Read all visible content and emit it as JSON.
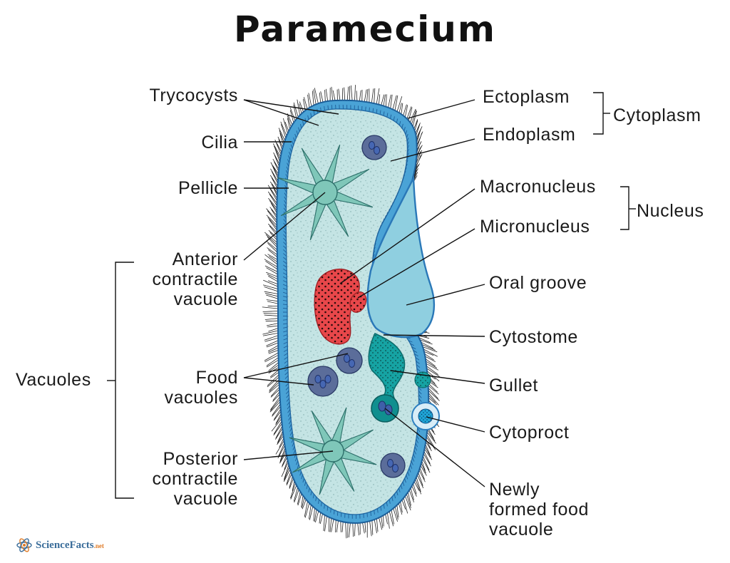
{
  "title": "Paramecium",
  "labels": {
    "trycocysts": "Trycocysts",
    "cilia": "Cilia",
    "pellicle": "Pellicle",
    "anterior_cv": [
      "Anterior",
      "contractile",
      "vacuole"
    ],
    "vacuoles": "Vacuoles",
    "food_vacuoles": [
      "Food",
      "vacuoles"
    ],
    "posterior_cv": [
      "Posterior",
      "contractile",
      "vacuole"
    ],
    "ectoplasm": "Ectoplasm",
    "endoplasm": "Endoplasm",
    "cytoplasm": "Cytoplasm",
    "macronucleus": "Macronucleus",
    "micronucleus": "Micronucleus",
    "nucleus": "Nucleus",
    "oral_groove": "Oral groove",
    "cytostome": "Cytostome",
    "gullet": "Gullet",
    "cytoproct": "Cytoproct",
    "newly_formed": [
      "Newly",
      "formed food",
      "vacuole"
    ]
  },
  "logo": {
    "main": "ScienceFacts",
    "suffix": ".net"
  },
  "colors": {
    "membrane": "#2c7fbf",
    "cytoplasm": "#c4e4e4",
    "oral_groove": "#8fcfe0",
    "gullet": "#139c9c",
    "macronucleus": "#e8474a",
    "contractile_vacuole": "#7fc7b9",
    "food_vacuole": "#5b6d9a",
    "food_particles": "#4667b3",
    "cytoproct": "#2aa7d6"
  },
  "icons": [
    "atom-icon"
  ]
}
